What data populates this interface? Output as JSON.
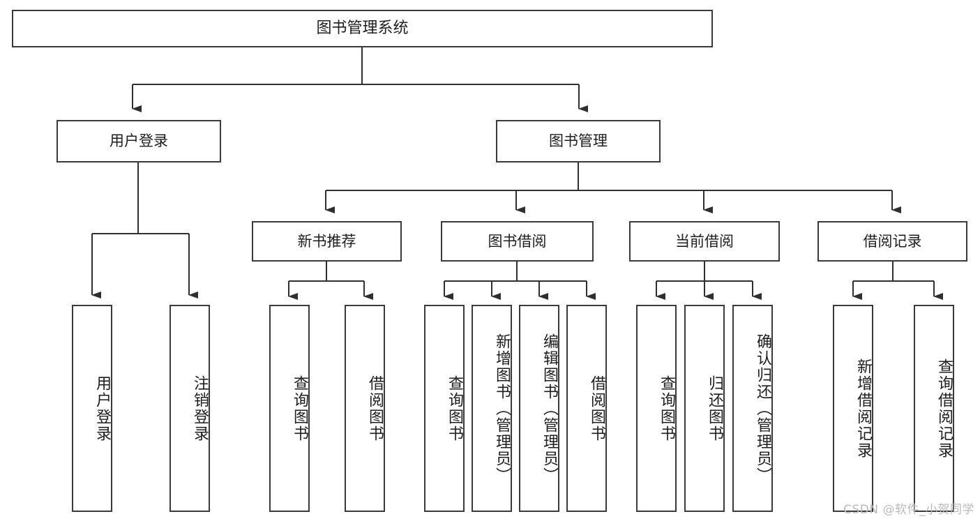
{
  "diagram": {
    "title": "图书管理系统",
    "watermark": "CSDN @软件_小贺同学",
    "colors": {
      "box_border": "#3a3a3a",
      "box_fill": "#ffffff",
      "text": "#1d1d1d",
      "connector": "#2f2f2f",
      "watermark": "#b9b9b9",
      "background": "#ffffff"
    }
  },
  "root": {
    "label": "图书管理系统"
  },
  "level2": [
    {
      "label": "用户登录"
    },
    {
      "label": "图书管理"
    }
  ],
  "level3": [
    {
      "label": "新书推荐"
    },
    {
      "label": "图书借阅"
    },
    {
      "label": "当前借阅"
    },
    {
      "label": "借阅记录"
    }
  ],
  "leaves": {
    "user_login": [
      {
        "label": "用户登录"
      },
      {
        "label": "注销登录"
      }
    ],
    "new_book_recommend": [
      {
        "label": "查询图书"
      },
      {
        "label": "借阅图书"
      }
    ],
    "book_borrow": [
      {
        "label": "查询图书"
      },
      {
        "label": "新增图书（管理员）"
      },
      {
        "label": "编辑图书（管理员）"
      },
      {
        "label": "借阅图书"
      }
    ],
    "current_borrow": [
      {
        "label": "查询图书"
      },
      {
        "label": "归还图书"
      },
      {
        "label": "确认归还（管理员）"
      }
    ],
    "borrow_record": [
      {
        "label": "新增借阅记录"
      },
      {
        "label": "查询借阅记录"
      }
    ]
  }
}
